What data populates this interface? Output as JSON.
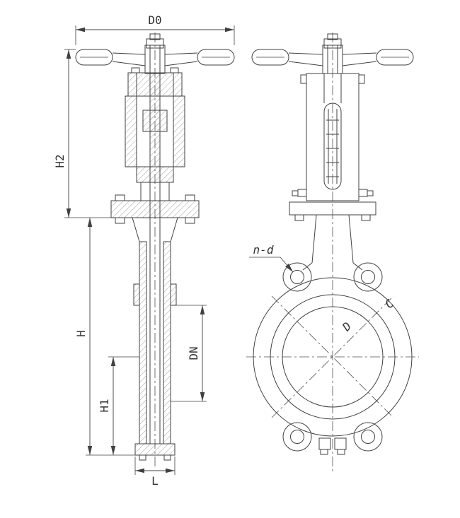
{
  "dimensions": {
    "d0": "D0",
    "h2": "H2",
    "h": "H",
    "h1": "H1",
    "dn": "DN",
    "l": "L"
  },
  "annotations": {
    "n_d": "n-d",
    "d": "D",
    "c": "C"
  }
}
